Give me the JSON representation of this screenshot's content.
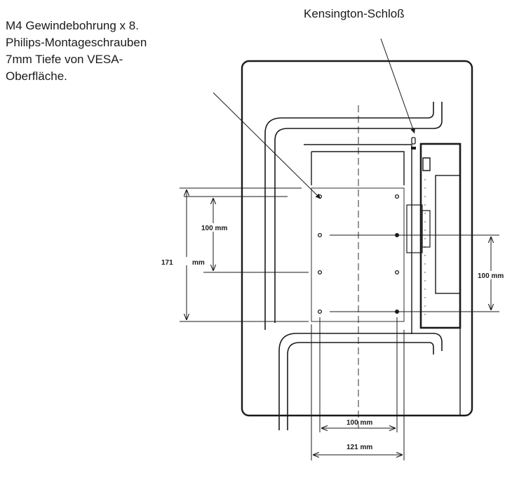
{
  "callouts": {
    "mounting_note": [
      "M4 Gewindebohrung x 8.",
      "Philips-Montageschrauben",
      "7mm Tiefe von VESA-",
      "Oberfläche."
    ],
    "kensington": "Kensington-Schloß"
  },
  "dimensions": {
    "hole_spacing_vertical": "100 mm",
    "overall_height": "171",
    "overall_height_unit": "mm",
    "hole_spacing_horizontal": "100 mm",
    "overall_width": "121 mm",
    "side_spacing": "100 mm"
  },
  "colors": {
    "line": "#1a1a1a",
    "background": "#ffffff"
  }
}
